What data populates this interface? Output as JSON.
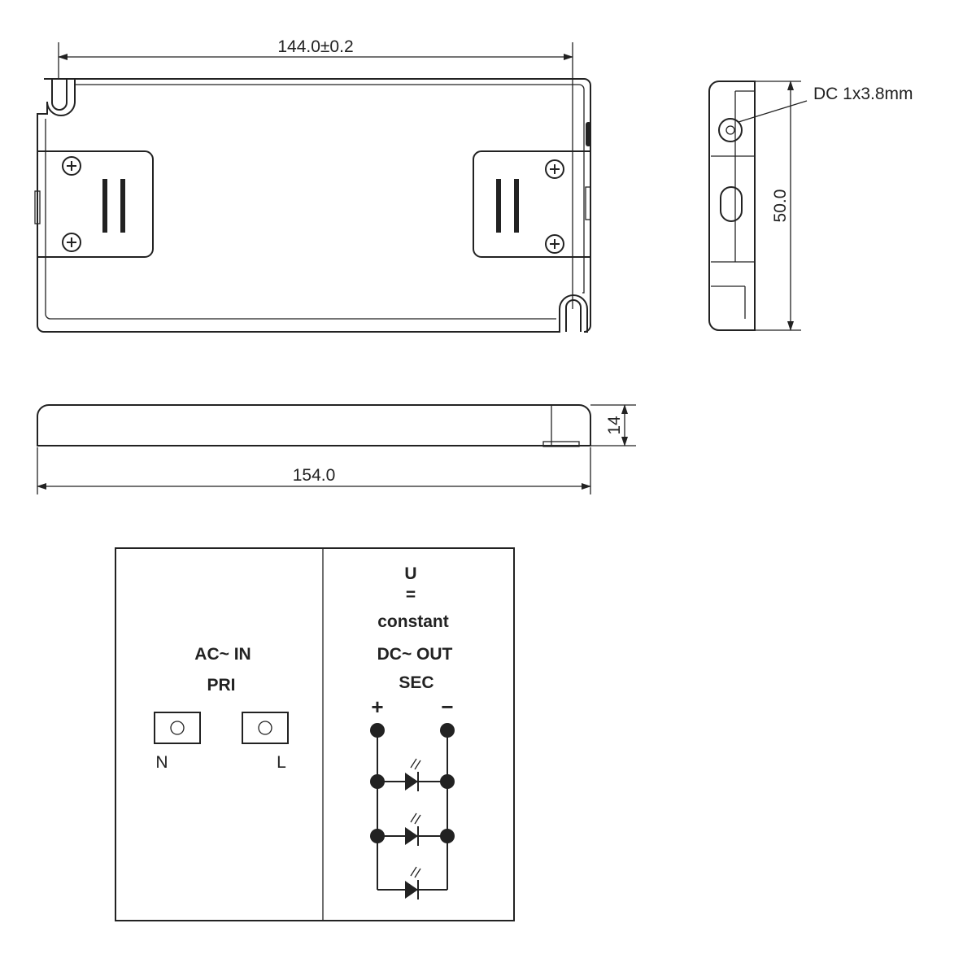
{
  "dimensions": {
    "top_width": "144.0±0.2",
    "height": "50.0",
    "connector": "DC 1x3.8mm",
    "side_length": "154.0",
    "side_height": "14"
  },
  "wiring": {
    "voltage_symbol": "U",
    "equals": "=",
    "constant_label": "constant",
    "input_title": "AC~ IN",
    "input_sub": "PRI",
    "terminal_n": "N",
    "terminal_l": "L",
    "output_title": "DC~ OUT",
    "output_sub": "SEC",
    "plus": "+",
    "minus": "−"
  },
  "colors": {
    "line": "#222222",
    "background": "#ffffff"
  }
}
